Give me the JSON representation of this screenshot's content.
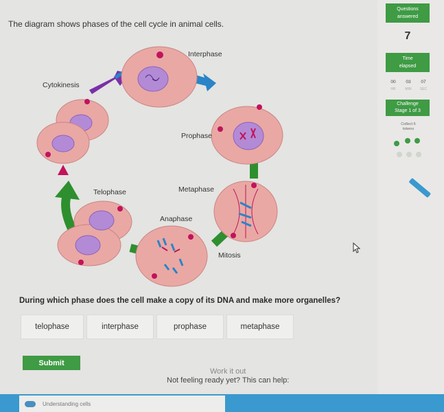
{
  "question": {
    "intro": "The diagram shows phases of the cell cycle in animal cells.",
    "prompt": "During which phase does the cell make a copy of its DNA and make more organelles?"
  },
  "diagram": {
    "labels": {
      "interphase": "Interphase",
      "cytokinesis": "Cytokinesis",
      "prophase": "Prophase",
      "telophase": "Telophase",
      "metaphase": "Metaphase",
      "anaphase": "Anaphase",
      "mitosis": "Mitosis"
    },
    "colors": {
      "cell": "#e9a8a4",
      "nucleus": "#b38ad6",
      "arrow_blue": "#2a84c8",
      "arrow_purple": "#7b2fa8",
      "arrow_green": "#2e8f2e",
      "arrow_magenta": "#c0145b"
    }
  },
  "answers": [
    "telophase",
    "interphase",
    "prophase",
    "metaphase"
  ],
  "submit_label": "Submit",
  "work_it_out": "Work it out",
  "help": {
    "text": "Not feeling ready yet? This can help:",
    "card_label": "Understanding cells"
  },
  "sidebar": {
    "questions_label_1": "Questions",
    "questions_label_2": "answered",
    "questions_count": "7",
    "time_label_1": "Time",
    "time_label_2": "elapsed",
    "timer": [
      {
        "value": "00",
        "unit": "HR"
      },
      {
        "value": "03",
        "unit": "MIN"
      },
      {
        "value": "07",
        "unit": "SEC"
      }
    ],
    "challenge_label": "Challenge",
    "stage_label": "Stage 1 of 3",
    "collect_1": "Collect 6",
    "collect_2": "tokens",
    "tokens_collected": 3,
    "tokens_total": 6,
    "accent": "#3f9b44"
  }
}
